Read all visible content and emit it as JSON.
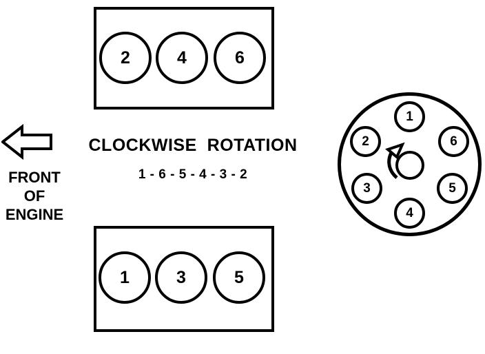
{
  "diagram": {
    "title": "CLOCKWISE  ROTATION",
    "firing_order_text": "1 - 6 - 5 - 4 - 3 - 2",
    "firing_order": [
      1,
      6,
      5,
      4,
      3,
      2
    ],
    "rotation": "clockwise",
    "line_color": "#000000",
    "background_color": "#ffffff"
  },
  "front_marker": {
    "arrow_icon": "left-arrow-icon",
    "arrow_direction": "left",
    "line1": "FRONT",
    "line2": "OF",
    "line3": "ENGINE"
  },
  "engine": {
    "banks": [
      {
        "name": "top-bank",
        "cylinders": [
          {
            "label": "2"
          },
          {
            "label": "4"
          },
          {
            "label": "6"
          }
        ]
      },
      {
        "name": "bottom-bank",
        "cylinders": [
          {
            "label": "1"
          },
          {
            "label": "3"
          },
          {
            "label": "5"
          }
        ]
      }
    ]
  },
  "distributor": {
    "name": "distributor-cap",
    "rotor_icon": "rotor-clockwise-arrow-icon",
    "terminals": [
      {
        "label": "1",
        "position": "top"
      },
      {
        "label": "2",
        "position": "upper-left"
      },
      {
        "label": "6",
        "position": "upper-right"
      },
      {
        "label": "3",
        "position": "lower-left"
      },
      {
        "label": "5",
        "position": "lower-right"
      },
      {
        "label": "4",
        "position": "bottom"
      }
    ]
  }
}
